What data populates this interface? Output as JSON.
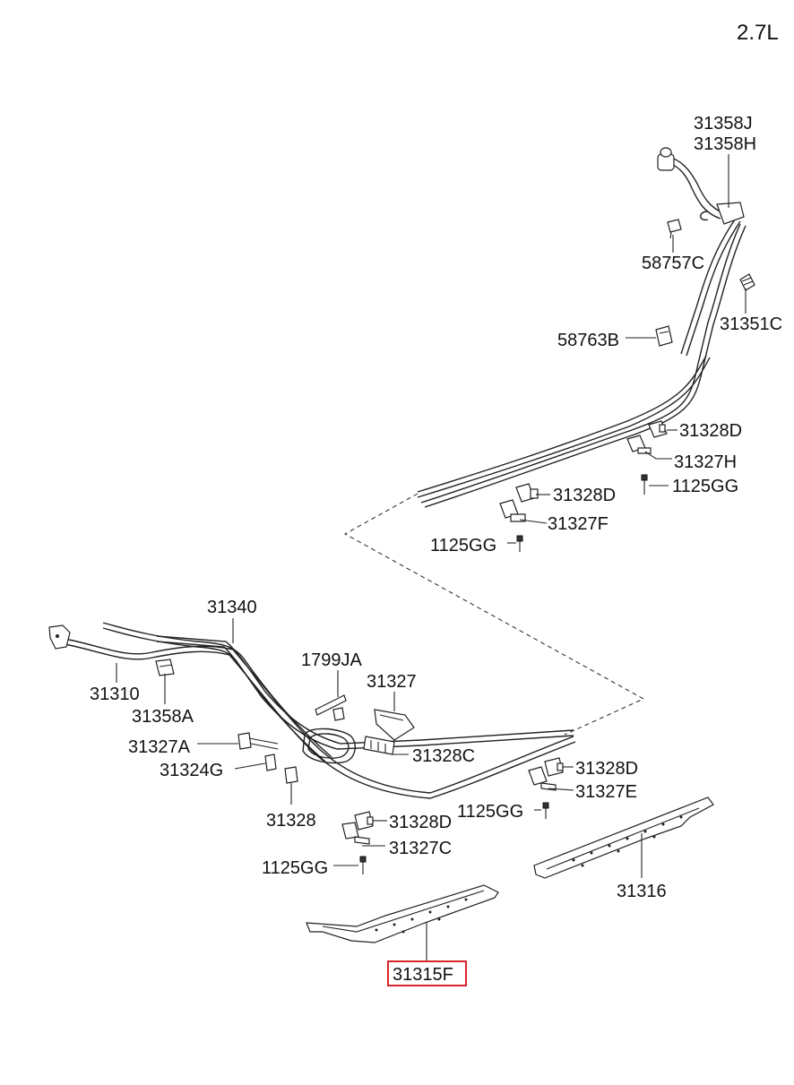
{
  "engine_label": "2.7L",
  "highlight_color": "#d9262b",
  "callouts": {
    "c31358J": "31358J",
    "c31358H": "31358H",
    "c58757C": "58757C",
    "c31351C": "31351C",
    "c58763B": "58763B",
    "c31328D_a": "31328D",
    "c31327H": "31327H",
    "c1125GG_a": "1125GG",
    "c31328D_b": "31328D",
    "c31327F": "31327F",
    "c1125GG_b": "1125GG",
    "c31340": "31340",
    "c31310": "31310",
    "c31358A": "31358A",
    "c1799JA": "1799JA",
    "c31327": "31327",
    "c31327A": "31327A",
    "c31324G": "31324G",
    "c31328C": "31328C",
    "c31328": "31328",
    "c31328D_c": "31328D",
    "c31327E": "31327E",
    "c1125GG_c": "1125GG",
    "c31328D_d": "31328D",
    "c31327C": "31327C",
    "c1125GG_d": "1125GG",
    "c31316": "31316",
    "c31315F": "31315F"
  }
}
